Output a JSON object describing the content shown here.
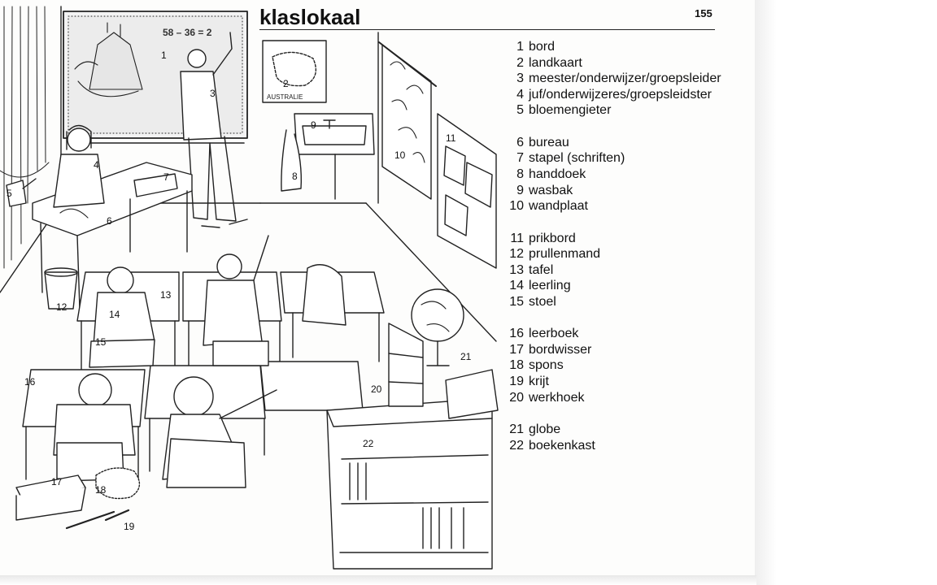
{
  "page": {
    "title": "klaslokaal",
    "page_number": "155"
  },
  "illustration": {
    "blackboard_equation": "58 – 36 = 2",
    "map_caption": "AUSTRALIE",
    "callouts": [
      "1",
      "2",
      "3",
      "4",
      "5",
      "6",
      "7",
      "8",
      "9",
      "10",
      "11",
      "12",
      "13",
      "14",
      "15",
      "16",
      "17",
      "18",
      "19",
      "20",
      "21",
      "22"
    ]
  },
  "vocabulary": [
    [
      {
        "n": "1",
        "word": "bord"
      },
      {
        "n": "2",
        "word": "landkaart"
      },
      {
        "n": "3",
        "word": "meester/onderwijzer/groepsleider"
      },
      {
        "n": "4",
        "word": "juf/onderwijzeres/groepsleidster"
      },
      {
        "n": "5",
        "word": "bloemengieter"
      }
    ],
    [
      {
        "n": "6",
        "word": "bureau"
      },
      {
        "n": "7",
        "word": "stapel (schriften)"
      },
      {
        "n": "8",
        "word": "handdoek"
      },
      {
        "n": "9",
        "word": "wasbak"
      },
      {
        "n": "10",
        "word": "wandplaat"
      }
    ],
    [
      {
        "n": "11",
        "word": "prikbord"
      },
      {
        "n": "12",
        "word": "prullenmand"
      },
      {
        "n": "13",
        "word": "tafel"
      },
      {
        "n": "14",
        "word": "leerling"
      },
      {
        "n": "15",
        "word": "stoel"
      }
    ],
    [
      {
        "n": "16",
        "word": "leerboek"
      },
      {
        "n": "17",
        "word": "bordwisser"
      },
      {
        "n": "18",
        "word": "spons"
      },
      {
        "n": "19",
        "word": "krijt"
      },
      {
        "n": "20",
        "word": "werkhoek"
      }
    ],
    [
      {
        "n": "21",
        "word": "globe"
      },
      {
        "n": "22",
        "word": "boekenkast"
      }
    ]
  ]
}
